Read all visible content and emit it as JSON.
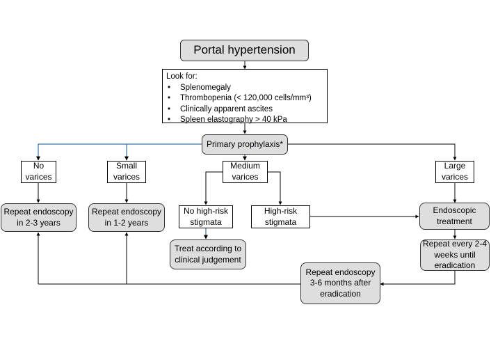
{
  "title": "Portal hypertension",
  "look_for": {
    "heading": "Look for:",
    "items": [
      "Splenomegaly",
      "Thrombopenia (< 120,000 cells/mm³)",
      "Clinically apparent ascites",
      "Spleen elastography > 40 kPa"
    ]
  },
  "primary_prophylaxis": "Primary prophylaxis*",
  "varices": {
    "none": [
      "No",
      "varices"
    ],
    "small": [
      "Small",
      "varices"
    ],
    "medium": [
      "Medium",
      "varices"
    ],
    "large": [
      "Large",
      "varices"
    ]
  },
  "stigmata": {
    "no_high_risk": [
      "No high-risk",
      "stigmata"
    ],
    "high_risk": [
      "High-risk",
      "stigmata"
    ]
  },
  "actions": {
    "repeat_2_3": [
      "Repeat endoscopy",
      "in 2-3 years"
    ],
    "repeat_1_2": [
      "Repeat endoscopy",
      "in 1-2 years"
    ],
    "clinical_judgement": [
      "Treat according to",
      "clinical judgement"
    ],
    "endoscopic_treatment": [
      "Endoscopic",
      "treatment"
    ],
    "repeat_every": [
      "Repeat every 2-4",
      "weeks until",
      "eradication"
    ],
    "repeat_after": [
      "Repeat endoscopy",
      "3-6 months after",
      "eradication"
    ]
  },
  "colors": {
    "blue_line": "#2e75b6",
    "black_line": "#000000",
    "grey_fill": "#dedede"
  }
}
